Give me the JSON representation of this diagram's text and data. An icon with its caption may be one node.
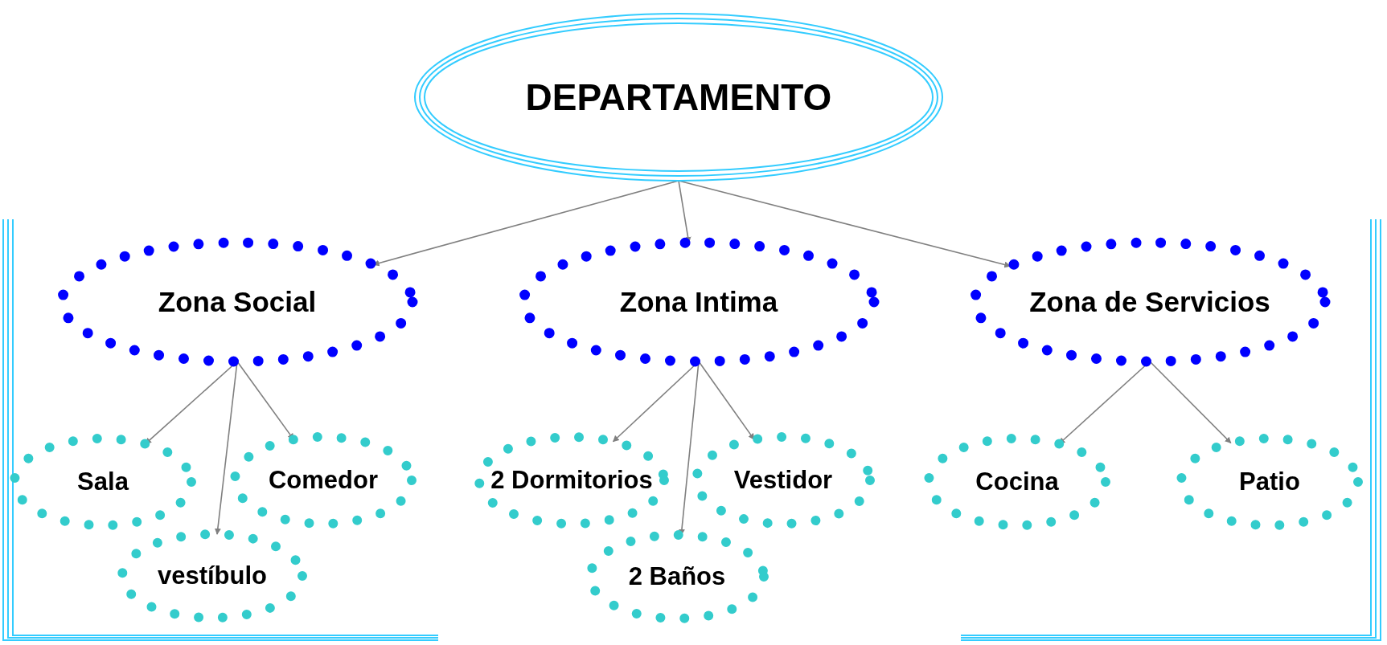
{
  "diagram": {
    "nodes": [
      {
        "text": [
          "DEPARTAMENTO"
        ]
      },
      {
        "text": [
          "Zona Social"
        ]
      },
      {
        "text": [
          "Zona Intima"
        ]
      },
      {
        "text": [
          "Zona de Servicios"
        ]
      },
      {
        "text": [
          "Sala"
        ]
      },
      {
        "text": [
          "Comedor"
        ]
      },
      {
        "text": [
          "vestíbulo"
        ]
      },
      {
        "text": [
          "2 Dormitorios"
        ]
      },
      {
        "text": [
          "Vestidor"
        ]
      },
      {
        "text": [
          "2 Baños"
        ]
      },
      {
        "text": [
          "Cocina"
        ]
      },
      {
        "text": [
          "Patio"
        ]
      }
    ],
    "edges": [
      {
        "from": 0,
        "to": 1,
        "arrow": "to"
      },
      {
        "from": 0,
        "to": 2,
        "arrow": "to"
      },
      {
        "from": 0,
        "to": 3,
        "arrow": "to"
      },
      {
        "from": 1,
        "to": 4,
        "arrow": "to"
      },
      {
        "from": 1,
        "to": 6,
        "arrow": "to"
      },
      {
        "from": 1,
        "to": 5,
        "arrow": "to"
      },
      {
        "from": 2,
        "to": 7,
        "arrow": "to"
      },
      {
        "from": 2,
        "to": 9,
        "arrow": "to"
      },
      {
        "from": 2,
        "to": 8,
        "arrow": "to"
      },
      {
        "from": 3,
        "to": 10,
        "arrow": "to"
      },
      {
        "from": 3,
        "to": 11,
        "arrow": "to"
      }
    ]
  }
}
